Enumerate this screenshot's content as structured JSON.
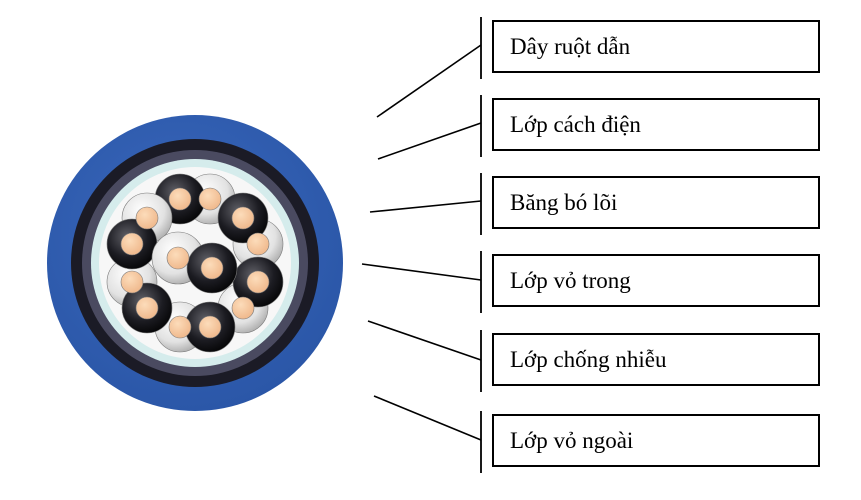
{
  "diagram": {
    "type": "cable-cross-section",
    "labels": [
      {
        "id": "conductor",
        "text": "Dây ruột dẫn"
      },
      {
        "id": "insulation",
        "text": "Lớp cách điện"
      },
      {
        "id": "core-wrap",
        "text": "Băng bó lõi"
      },
      {
        "id": "inner-sheath",
        "text": "Lớp vỏ trong"
      },
      {
        "id": "shielding",
        "text": "Lớp chống nhiễu"
      },
      {
        "id": "outer-sheath",
        "text": "Lớp vỏ ngoài"
      }
    ],
    "colors": {
      "outer_jacket_blue": "#2b57a8",
      "shield_dark": "#1b1b26",
      "inner_sheath_slate": "#4a4a60",
      "core_wrap_teal": "#d5ecec",
      "inner_fill_white": "#f7f7f7",
      "conductor_peach": "#f6c59c",
      "wire_black": "#0a0a0a",
      "wire_white": "#e8e8e8",
      "leader_line": "#000000"
    }
  }
}
